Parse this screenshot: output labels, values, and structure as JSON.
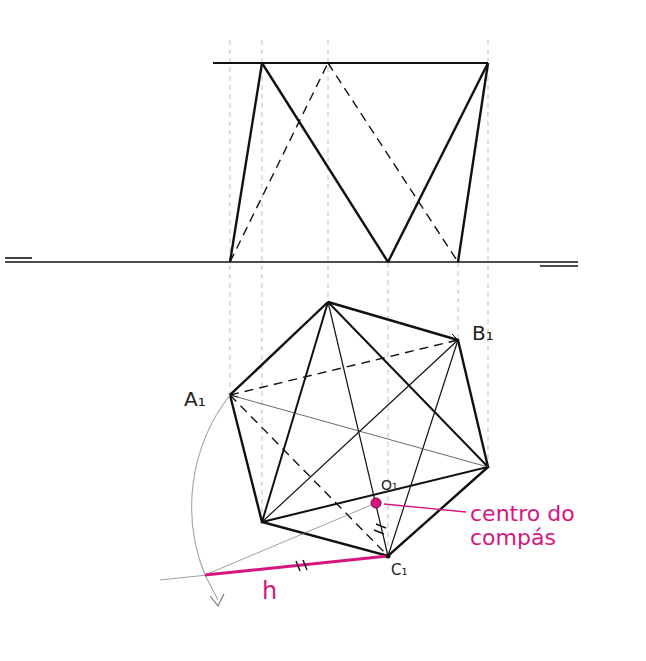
{
  "diagram": {
    "labels": [
      "B₁",
      "A₁",
      "O₁",
      "C₁",
      "centro do compás",
      "h"
    ]
  }
}
